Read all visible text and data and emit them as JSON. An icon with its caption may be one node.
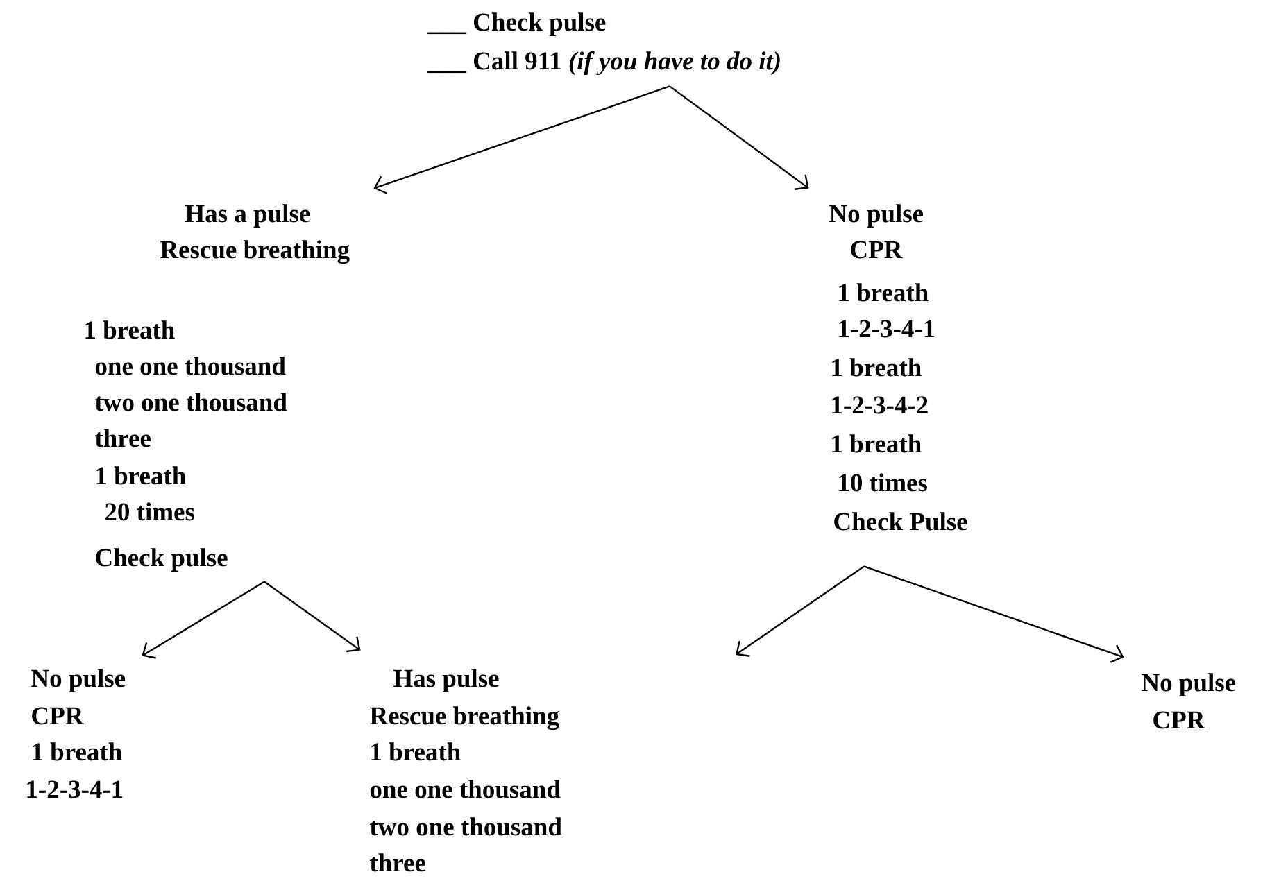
{
  "diagram": {
    "nodes": [
      {
        "text": [
          "___ Check pulse",
          "___ Call 911 *(if you have to do it)*"
        ]
      },
      {
        "text": [
          "Has a pulse",
          "Rescue breathing",
          "1 breath",
          "one one thousand",
          "two one thousand",
          "three",
          "1 breath",
          "20 times",
          "Check pulse"
        ]
      },
      {
        "text": [
          "No pulse",
          "CPR",
          "1 breath",
          "1-2-3-4-1",
          "1 breath",
          "1-2-3-4-2",
          "1 breath",
          "10 times",
          "Check Pulse"
        ]
      },
      {
        "text": [
          "No pulse",
          "CPR",
          "1 breath",
          "1-2-3-4-1"
        ]
      },
      {
        "text": [
          "Has pulse",
          "Rescue breathing",
          "1 breath",
          "one one thousand",
          "two one thousand",
          "three"
        ]
      },
      {
        "text": [
          "No pulse",
          "CPR"
        ]
      }
    ],
    "edges": [
      {
        "from": 0,
        "to": 1,
        "arrow": "to"
      },
      {
        "from": 0,
        "to": 2,
        "arrow": "to"
      },
      {
        "from": 1,
        "to": 3,
        "arrow": "to"
      },
      {
        "from": 1,
        "to": 4,
        "arrow": "to"
      },
      {
        "from": 2,
        "to": null,
        "arrow": "to"
      },
      {
        "from": 2,
        "to": 5,
        "arrow": "to"
      }
    ]
  }
}
